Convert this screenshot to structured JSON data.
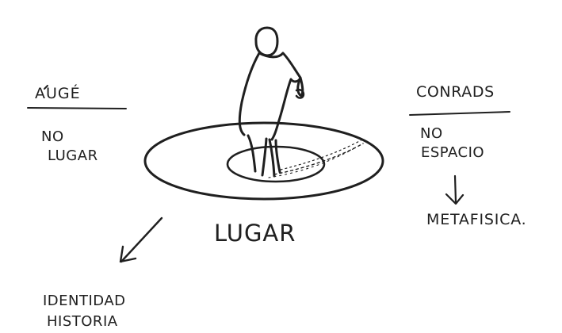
{
  "left_header": "AUGÉ",
  "left_line1": "NO",
  "left_line2": "LUGAR",
  "right_header": "CONRADS",
  "right_line1": "NO",
  "right_line2": "ESPACIO",
  "right_line3": "METAFISICA.",
  "center_label": "LUGAR",
  "bottom_line1": "IDENTIDAD",
  "bottom_line2": "HISTORIA",
  "ink_color": "#1f1f1f",
  "paper_color": "#ffffff"
}
